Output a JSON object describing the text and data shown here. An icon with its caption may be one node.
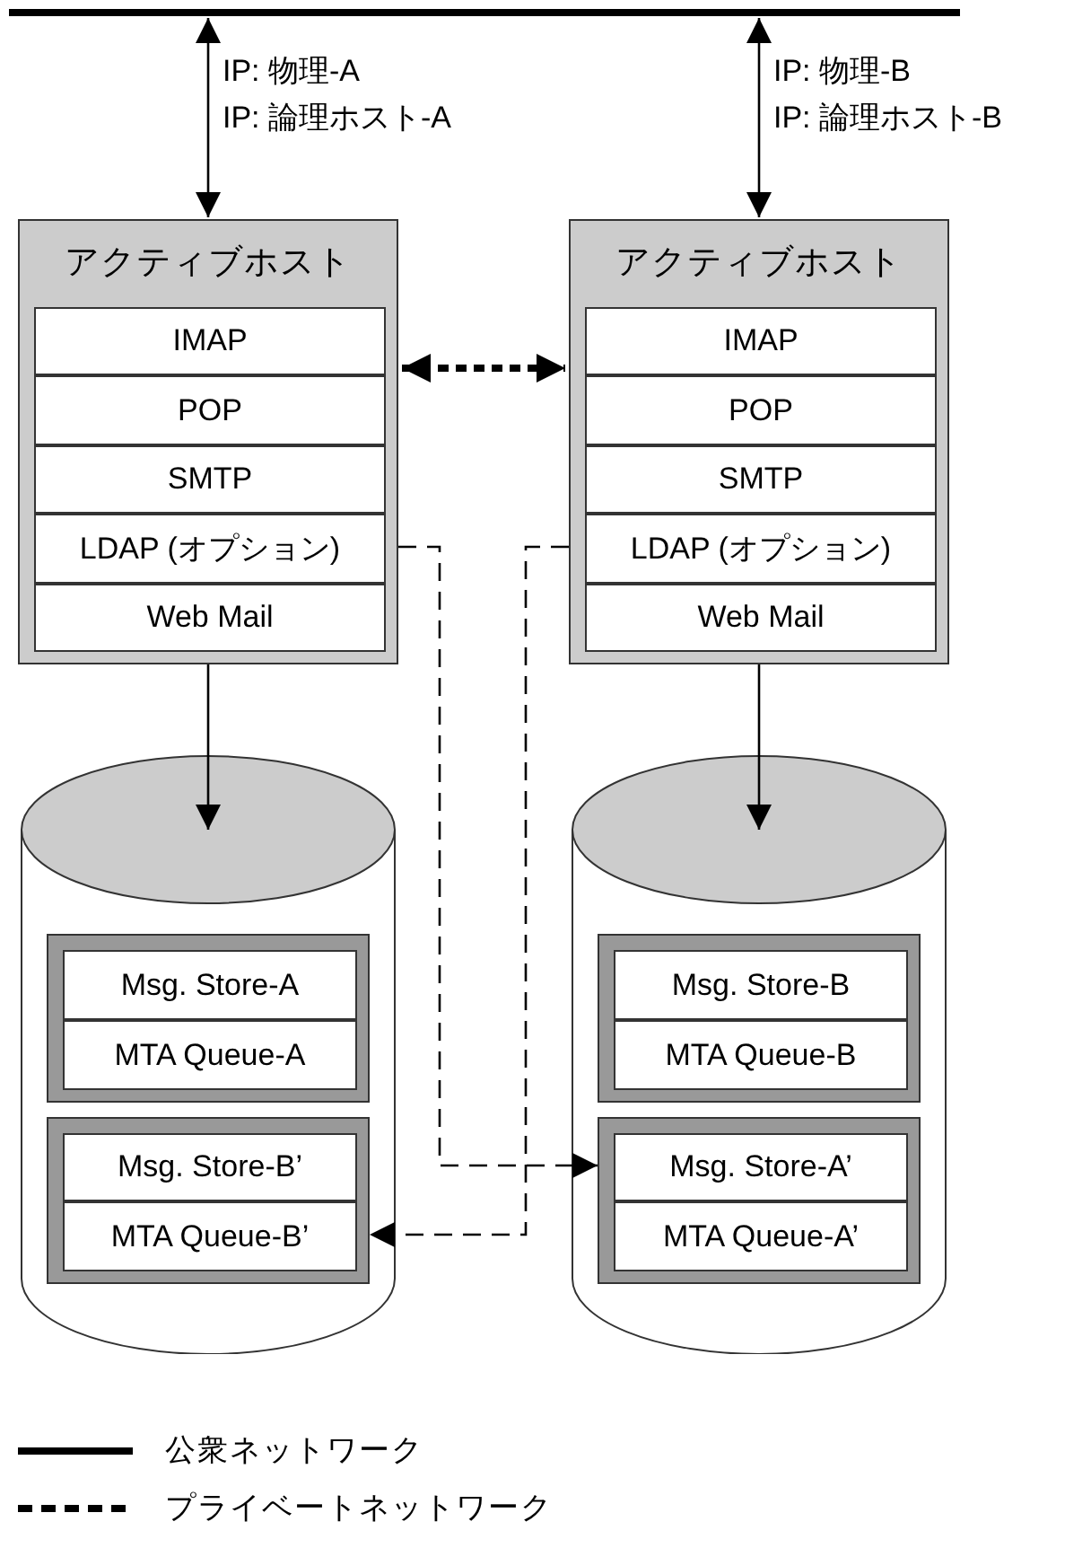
{
  "diagram": {
    "nodes": [
      {
        "text": [],
        "shape": "bar"
      },
      {
        "text": [
          "アクティブホスト"
        ]
      },
      {
        "text": [
          "IMAP"
        ],
        "in": 1
      },
      {
        "text": [
          "POP"
        ],
        "in": 1
      },
      {
        "text": [
          "SMTP"
        ],
        "in": 1
      },
      {
        "text": [
          "LDAP (オプション)"
        ],
        "in": 1
      },
      {
        "text": [
          "Web Mail"
        ],
        "in": 1
      },
      {
        "text": [
          "アクティブホスト"
        ]
      },
      {
        "text": [
          "IMAP"
        ],
        "in": 7
      },
      {
        "text": [
          "POP"
        ],
        "in": 7
      },
      {
        "text": [
          "SMTP"
        ],
        "in": 7
      },
      {
        "text": [
          "LDAP (オプション)"
        ],
        "in": 7
      },
      {
        "text": [
          "Web Mail"
        ],
        "in": 7
      },
      {
        "text": [],
        "shape": "cylinder"
      },
      {
        "text": [],
        "shape": "box",
        "in": 13
      },
      {
        "text": [
          "Msg. Store-A"
        ],
        "in": 14
      },
      {
        "text": [
          "MTA Queue-A"
        ],
        "in": 14
      },
      {
        "text": [],
        "shape": "box",
        "in": 13
      },
      {
        "text": [
          "Msg. Store-B’"
        ],
        "in": 17
      },
      {
        "text": [
          "MTA Queue-B’"
        ],
        "in": 17
      },
      {
        "text": [],
        "shape": "cylinder"
      },
      {
        "text": [],
        "shape": "box",
        "in": 20
      },
      {
        "text": [
          "Msg. Store-B"
        ],
        "in": 21
      },
      {
        "text": [
          "MTA Queue-B"
        ],
        "in": 21
      },
      {
        "text": [],
        "shape": "box",
        "in": 20
      },
      {
        "text": [
          "Msg. Store-A’"
        ],
        "in": 24
      },
      {
        "text": [
          "MTA Queue-A’"
        ],
        "in": 24
      }
    ],
    "edges": [
      {
        "from": 0,
        "to": 1,
        "arrow": "both"
      },
      {
        "from": 0,
        "to": 7,
        "arrow": "both"
      },
      {
        "from": 1,
        "to": 7,
        "arrow": "both",
        "style": "dashed"
      },
      {
        "from": 1,
        "to": 13,
        "arrow": "to"
      },
      {
        "from": 7,
        "to": 20,
        "arrow": "to"
      },
      {
        "from": 5,
        "to": 25,
        "arrow": "to",
        "style": "dashed"
      },
      {
        "from": 11,
        "to": 19,
        "arrow": "to",
        "style": "dashed"
      }
    ],
    "labels": [
      "IP: 物理-A",
      "IP: 論理ホスト-A",
      "IP: 物理-B",
      "IP: 論理ホスト-B"
    ],
    "legend": [
      {
        "text": "公衆ネットワーク"
      },
      {
        "text": "プライベートネットワーク"
      }
    ]
  }
}
